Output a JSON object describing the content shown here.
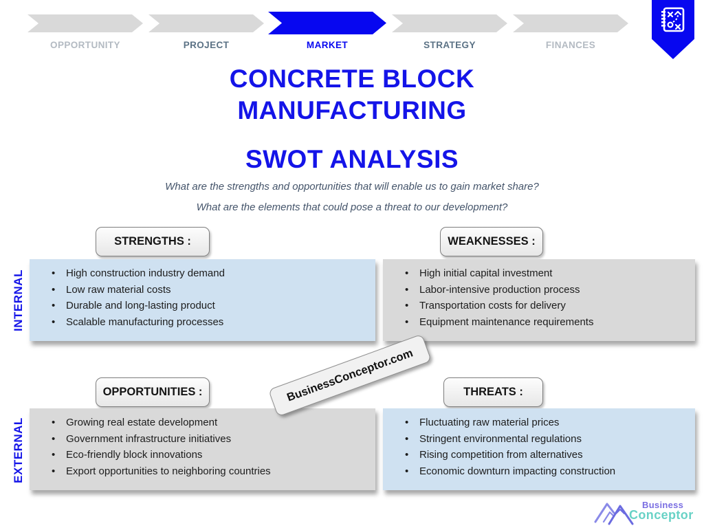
{
  "nav": {
    "steps": [
      {
        "label": "OPPORTUNITY",
        "state": "upcoming"
      },
      {
        "label": "PROJECT",
        "state": "adjacent"
      },
      {
        "label": "MARKET",
        "state": "active"
      },
      {
        "label": "STRATEGY",
        "state": "adjacent"
      },
      {
        "label": "FINANCES",
        "state": "upcoming"
      }
    ]
  },
  "header": {
    "title_line1": "CONCRETE BLOCK",
    "title_line2": "MANUFACTURING",
    "title_line3": "SWOT ANALYSIS",
    "subtitle1": "What are the strengths and opportunities that will enable us to gain market share?",
    "subtitle2": "What are the elements that could pose a threat to our development?"
  },
  "swot": {
    "row_labels": {
      "internal": "INTERNAL",
      "external": "EXTERNAL"
    },
    "quadrants": [
      {
        "title": "STRENGTHS :",
        "items": [
          "High construction industry demand",
          "Low raw material costs",
          "Durable and long-lasting product",
          "Scalable manufacturing processes"
        ]
      },
      {
        "title": "WEAKNESSES :",
        "items": [
          "High initial capital investment",
          "Labor-intensive production process",
          "Transportation costs for delivery",
          "Equipment maintenance requirements"
        ]
      },
      {
        "title": "OPPORTUNITIES :",
        "items": [
          "Growing real estate development",
          "Government infrastructure initiatives",
          "Eco-friendly block innovations",
          "Export opportunities to neighboring countries"
        ]
      },
      {
        "title": "THREATS :",
        "items": [
          "Fluctuating raw material prices",
          "Stringent environmental regulations",
          "Rising competition from alternatives",
          "Economic downturn impacting construction"
        ]
      }
    ]
  },
  "watermark": "BusinessConceptor.com",
  "brand": {
    "line1": "Business",
    "line2": "Conceptor"
  },
  "colors": {
    "accent_blue": "#0707f0",
    "title_blue": "#1414e8",
    "light_blue_box": "#cfe1f1",
    "gray_box": "#d9d9d9",
    "slate_text": "#44546a",
    "inactive_nav": "#b3bac2",
    "brand_purple": "#7a6ee2",
    "brand_teal": "#68d2c6"
  }
}
